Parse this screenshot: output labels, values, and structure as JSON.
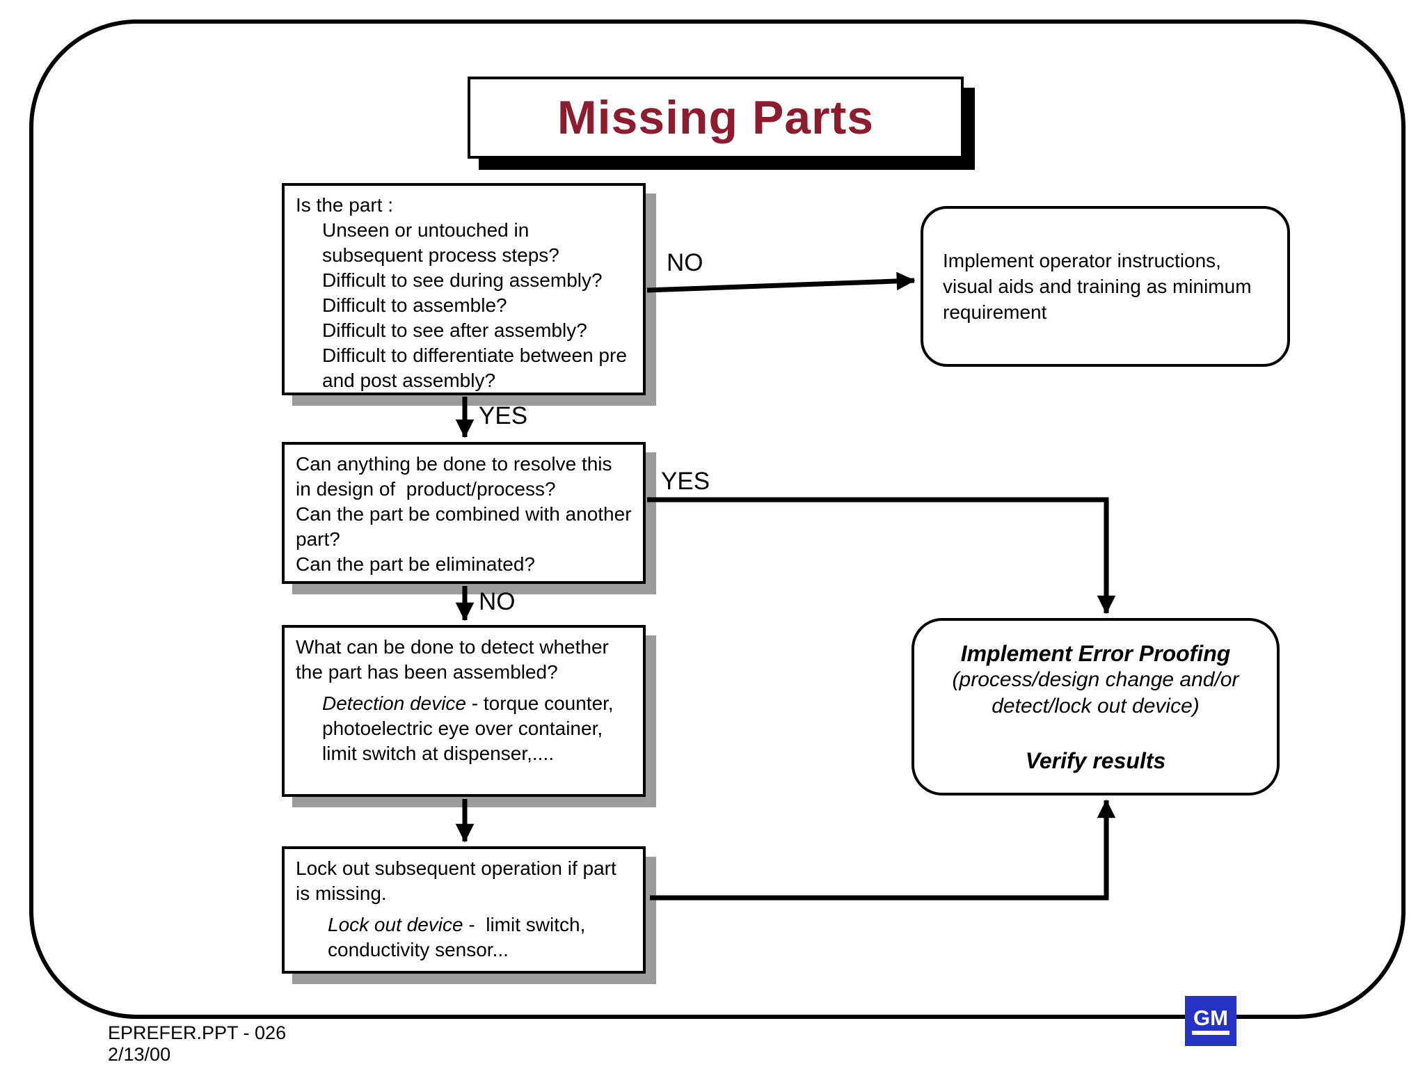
{
  "title": "Missing Parts",
  "labels": {
    "no1": "NO",
    "yes1": "YES",
    "yes2": "YES",
    "no2": "NO"
  },
  "boxes": {
    "part_questions": {
      "intro": "Is the part :",
      "items": [
        "Unseen or untouched in subsequent process steps?",
        "Difficult to see during assembly?",
        "Difficult to assemble?",
        "Difficult to see after assembly?",
        "Difficult to differentiate between pre and post assembly?"
      ]
    },
    "design_questions": {
      "items": [
        "Can anything be done to resolve this in design of  product/process?",
        "Can the part be combined with another part?",
        "Can the part be eliminated?"
      ]
    },
    "detect_question": {
      "intro": "What can be done to detect whether the part has been assembled?",
      "device_lead": "Detection device",
      "device_rest": " - torque counter, photoelectric eye over container, limit switch at dispenser,...."
    },
    "lockout": {
      "intro": "Lock out subsequent operation if part is missing.",
      "device_lead": "Lock out device",
      "device_rest": " -  limit switch, conductivity sensor..."
    },
    "operator_instructions": {
      "text": "Implement operator instructions, visual aids and training as minimum requirement"
    },
    "error_proofing": {
      "heading": "Implement Error Proofing",
      "subheading": "(process/design change and/or detect/lock out device)",
      "verify": "Verify results"
    }
  },
  "footer": {
    "line1": "EPREFER.PPT - 026",
    "line2": "2/13/00"
  },
  "logo_text": "GM",
  "colors": {
    "title_maroon": "#8C1C2E",
    "shadow_gray": "#9B9B9B",
    "gm_blue": "#2533C4"
  }
}
